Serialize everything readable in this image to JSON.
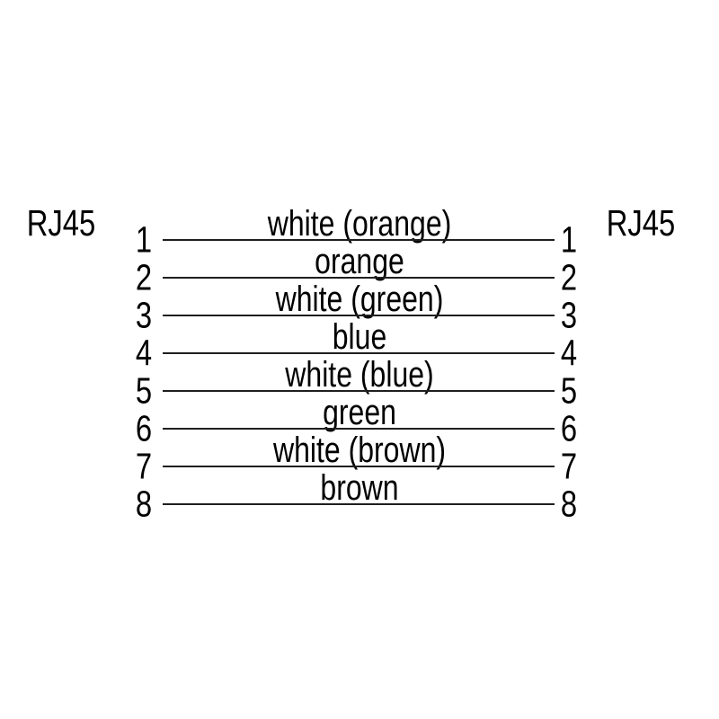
{
  "diagram": {
    "type": "rj45-straight-through-cable-pinout",
    "left_connector_label": "RJ45",
    "right_connector_label": "RJ45",
    "colors": {
      "background": "#ffffff",
      "text": "#000000",
      "wire_line": "#1f1f1f"
    },
    "pins": [
      {
        "number": "1",
        "wire": "white (orange)"
      },
      {
        "number": "2",
        "wire": "orange"
      },
      {
        "number": "3",
        "wire": "white (green)"
      },
      {
        "number": "4",
        "wire": "blue"
      },
      {
        "number": "5",
        "wire": "white (blue)"
      },
      {
        "number": "6",
        "wire": "green"
      },
      {
        "number": "7",
        "wire": "white (brown)"
      },
      {
        "number": "8",
        "wire": "brown"
      }
    ]
  }
}
